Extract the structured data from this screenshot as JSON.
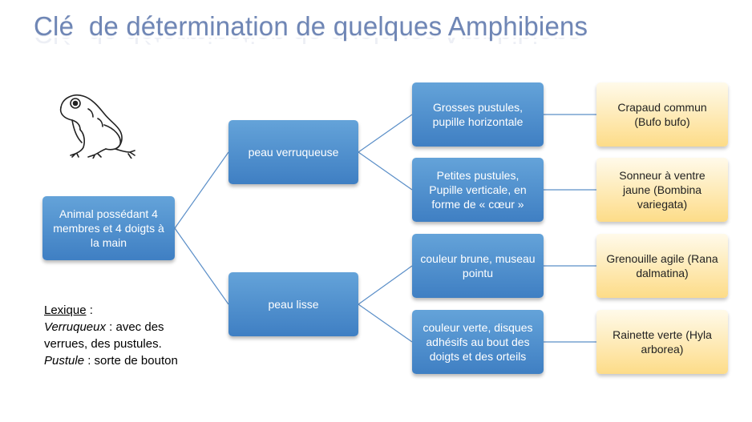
{
  "title": "Clé  de détermination de quelques Amphibiens",
  "nodes": {
    "root": "Animal possédant 4\nmembres et 4 doigts à\nla main",
    "verruqueuse": "peau verruqueuse",
    "lisse": "peau lisse",
    "grosses": "Grosses pustules,\npupille horizontale",
    "petites": "Petites pustules,\nPupille verticale, en\nforme de « cœur »",
    "brune": "couleur brune, museau\npointu",
    "verte": "couleur verte, disques\nadhésifs au bout des\ndoigts et des orteils"
  },
  "species": {
    "crapaud": "Crapaud commun\n(Bufo bufo)",
    "sonneur": "Sonneur à ventre\njaune (Bombina\nvariegata)",
    "grenouille": "Grenouille agile (Rana\ndalmatina)",
    "rainette": "Rainette verte (Hyla\narborea)"
  },
  "lexique": {
    "heading": "Lexique",
    "heading_suffix": " :",
    "term1": "Verruqueux",
    "def1": " : avec des verrues, des pustules.",
    "term2": "Pustule",
    "def2": " : sorte de bouton"
  },
  "colors": {
    "title": "#6f86b5",
    "node_blue": "#4a8ccc",
    "node_gold": "#fddc88",
    "connector": "#5b8fc8"
  },
  "icons": [
    "frog-icon"
  ]
}
